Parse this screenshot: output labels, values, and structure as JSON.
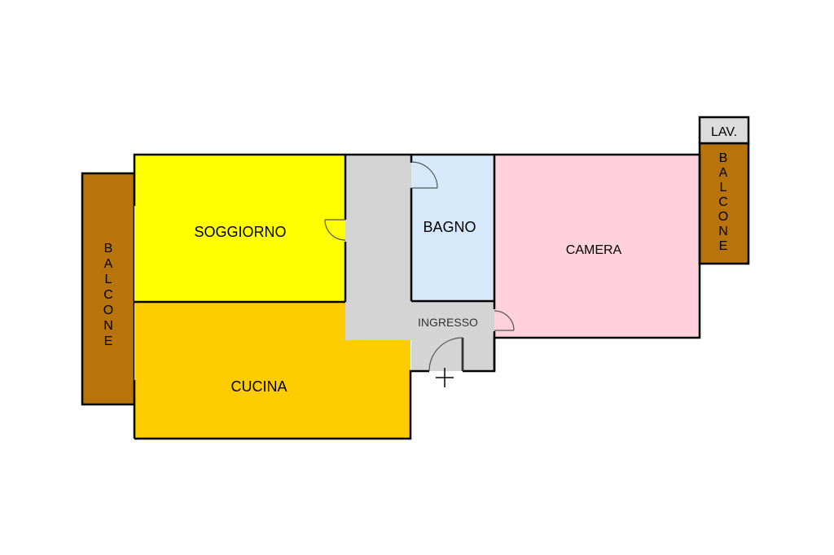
{
  "rooms": {
    "soggiorno": {
      "label": "SOGGIORNO",
      "color": "#FFFF00"
    },
    "cucina": {
      "label": "CUCINA",
      "color": "#FFCC00"
    },
    "bagno": {
      "label": "BAGNO",
      "color": "#D6E9FB"
    },
    "camera": {
      "label": "CAMERA",
      "color": "#FFD1DC"
    },
    "ingresso": {
      "label": "INGRESSO",
      "color": "#D4D4D4"
    },
    "lav": {
      "label": "LAV.",
      "color": "#DCDCDC"
    },
    "balcone_left": {
      "label": "BALCONE",
      "color": "#B8730A"
    },
    "balcone_right": {
      "label": "BALCONE",
      "color": "#B8730A"
    }
  },
  "wall_color": "#000000",
  "entrance_marker": "entrance-cross-icon"
}
